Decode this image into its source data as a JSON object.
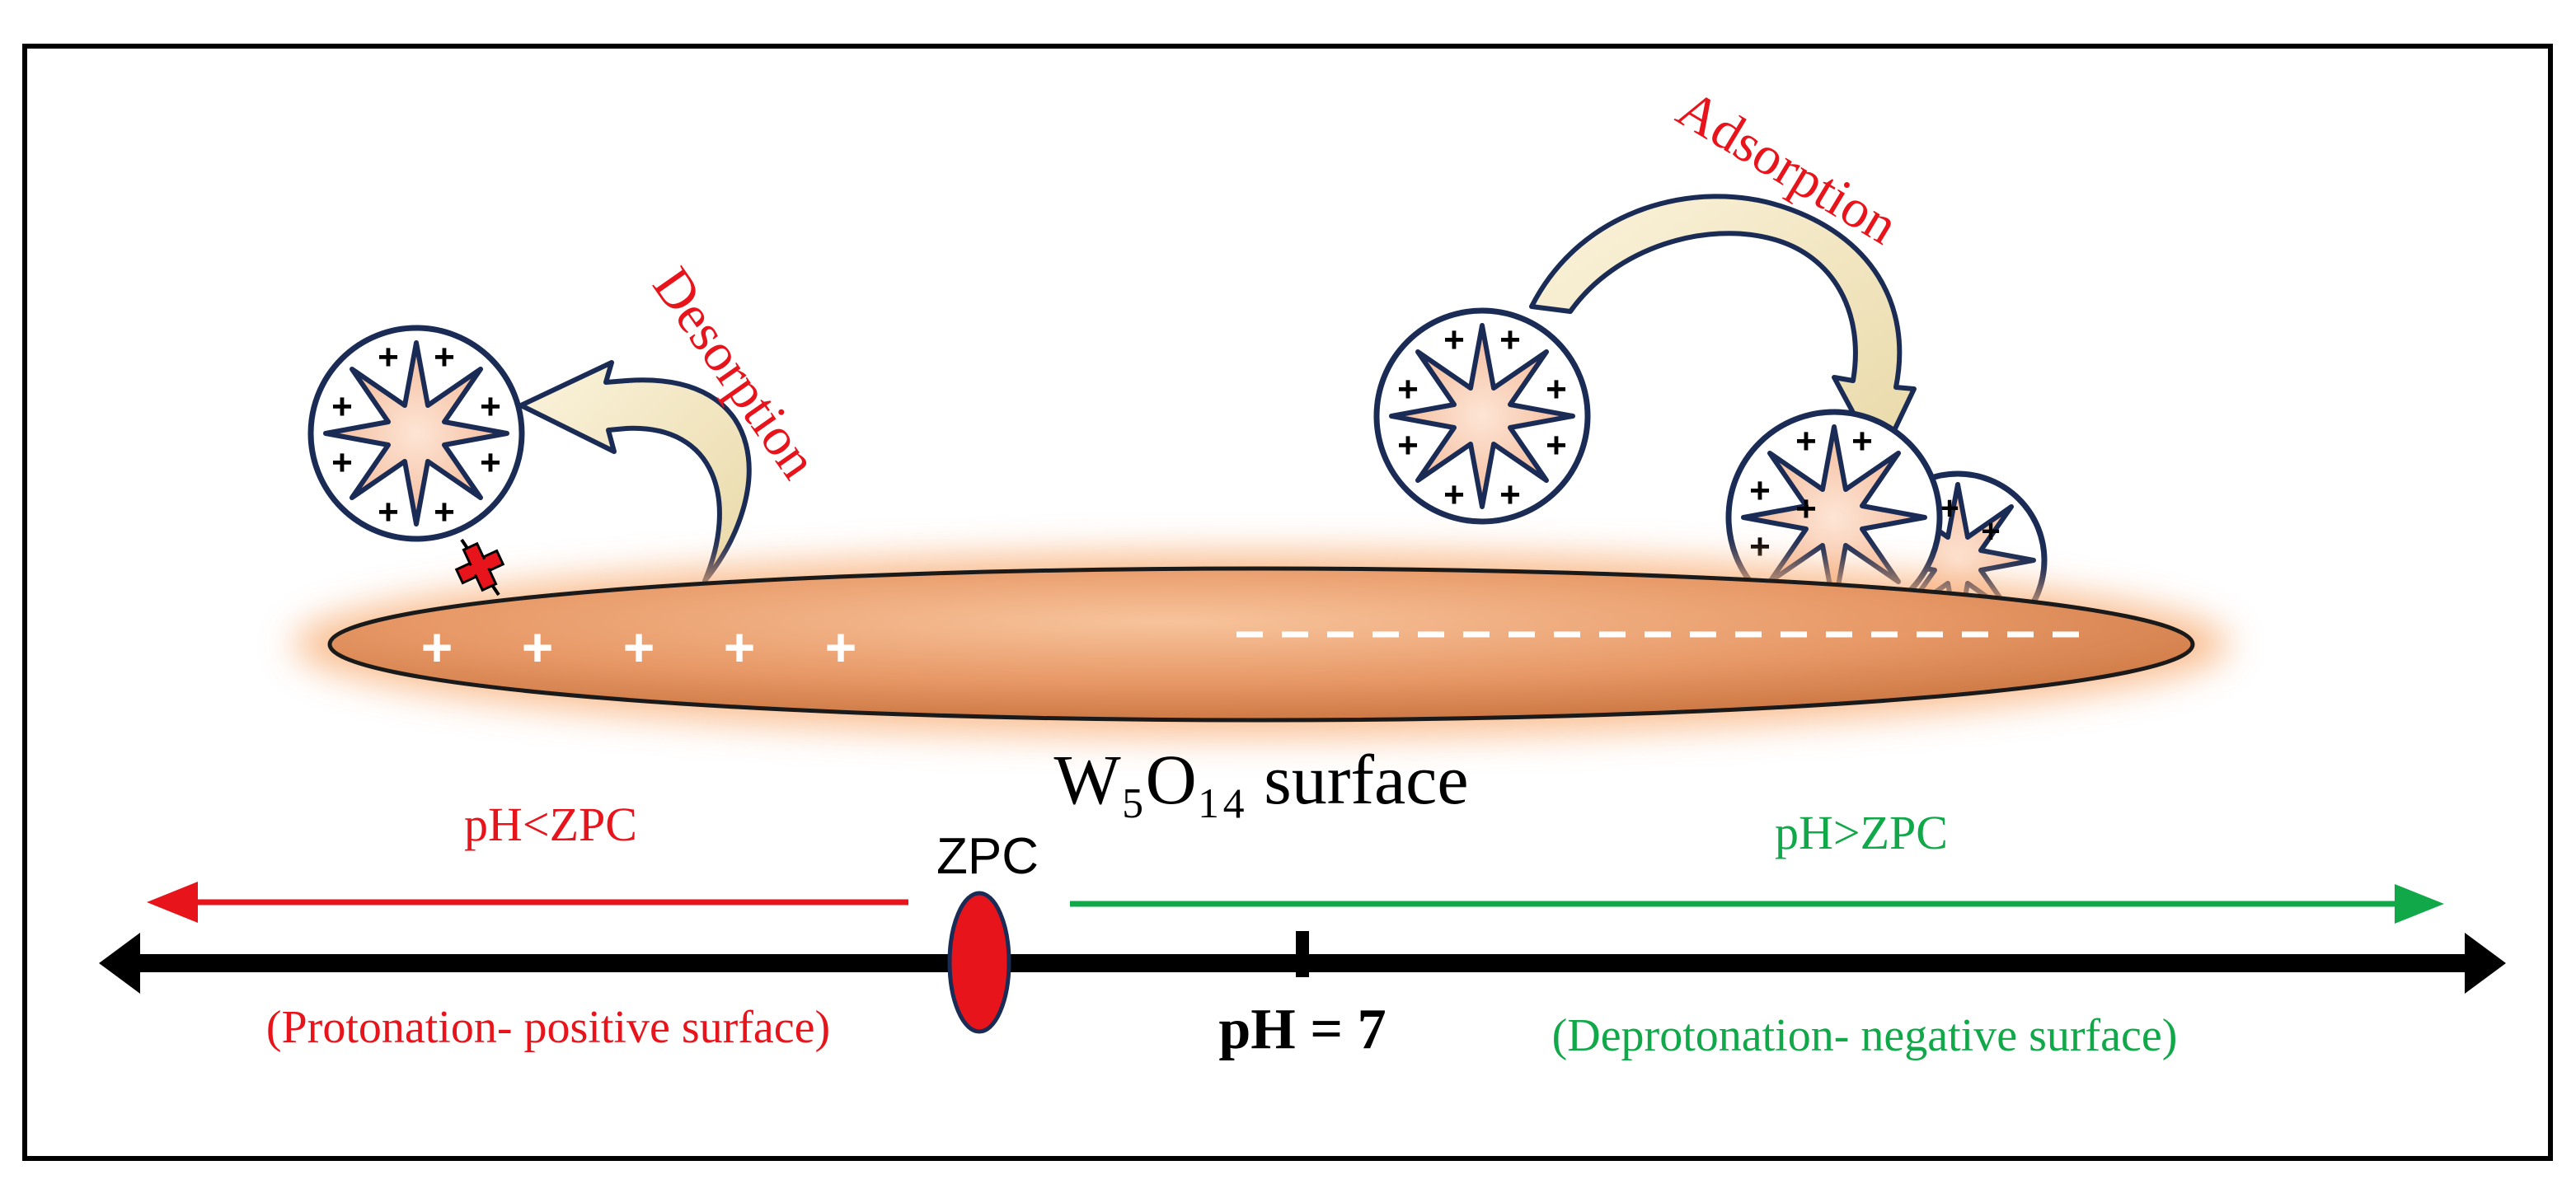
{
  "labels": {
    "desorption": "Desorption",
    "adsorption": "Adsorption",
    "surface_formula": "W₅O₁₄",
    "surface_word": "surface",
    "ph_less": "pH<ZPC",
    "ph_greater": "pH>ZPC",
    "zpc": "ZPC",
    "ph7": "pH = 7",
    "protonation": "(Protonation- positive surface)",
    "deprotonation": "(Deprotonation- negative surface)"
  },
  "symbols": {
    "plus": "+",
    "minus": "–"
  },
  "colors": {
    "red": "#e8141c",
    "green": "#11a84a",
    "black": "#000000",
    "navy": "#1a2c55",
    "star_fill": "#f6c6a8",
    "surface_main": "#e89a68",
    "surface_glow": "#f5b07a",
    "arrow_fill": "#f3e7c2"
  }
}
